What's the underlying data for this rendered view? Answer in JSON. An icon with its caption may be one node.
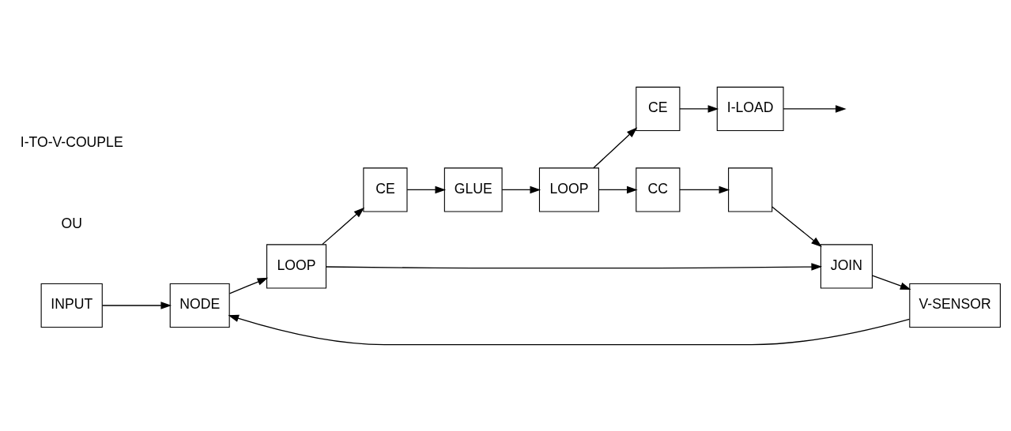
{
  "diagram": {
    "nodes": [
      {
        "text": [
          "INPUT"
        ]
      },
      {
        "text": [
          "NODE"
        ]
      },
      {
        "text": [
          "LOOP"
        ]
      },
      {
        "text": [
          "CE"
        ]
      },
      {
        "text": [
          "GLUE"
        ]
      },
      {
        "text": [
          "LOOP"
        ]
      },
      {
        "text": [
          "CE"
        ]
      },
      {
        "text": [
          "I-LOAD"
        ]
      },
      {
        "text": [
          "CC"
        ]
      },
      {
        "text": [],
        "shape": "box"
      },
      {
        "text": [
          "JOIN"
        ]
      },
      {
        "text": [
          "V-SENSOR"
        ]
      }
    ],
    "edges": [
      {
        "from": 0,
        "to": 1,
        "arrow": "to"
      },
      {
        "from": 1,
        "to": 2,
        "arrow": "to"
      },
      {
        "from": 2,
        "to": 3,
        "arrow": "to"
      },
      {
        "from": 3,
        "to": 4,
        "arrow": "to"
      },
      {
        "from": 4,
        "to": 5,
        "arrow": "to"
      },
      {
        "from": 5,
        "to": 6,
        "arrow": "to"
      },
      {
        "from": 6,
        "to": 7,
        "arrow": "to"
      },
      {
        "from": 7,
        "to": null,
        "arrow": "to"
      },
      {
        "from": 5,
        "to": 8,
        "arrow": "to"
      },
      {
        "from": 8,
        "to": 9,
        "arrow": "to"
      },
      {
        "from": 9,
        "to": 10,
        "arrow": "to"
      },
      {
        "from": 10,
        "to": 11,
        "arrow": "to"
      },
      {
        "from": 11,
        "to": 1,
        "arrow": "to"
      },
      {
        "from": 2,
        "to": 10,
        "arrow": "to"
      }
    ],
    "labels": [
      "OU",
      "I-TO-V-COUPLE"
    ]
  }
}
